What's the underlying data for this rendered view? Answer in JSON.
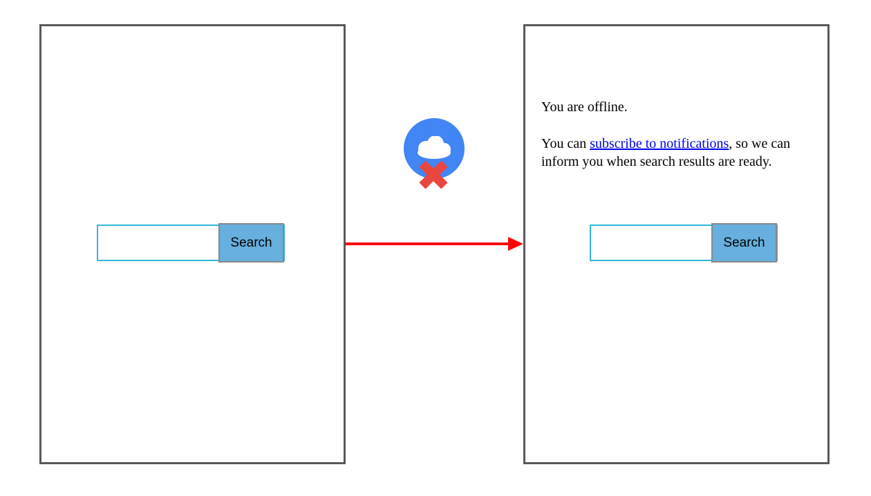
{
  "left_panel": {
    "search_input_value": "",
    "search_button_label": "Search"
  },
  "right_panel": {
    "paragraph1": "You are offline.",
    "paragraph2_before_link": "You can ",
    "link_text": "subscribe to notifications",
    "paragraph2_after_link": ", so we can inform you when search results are ready.",
    "search_input_value": "",
    "search_button_label": "Search"
  },
  "connector": {
    "icon": "offline-cloud-x-icon",
    "arrow": "red-arrow-right"
  },
  "colors": {
    "frame_border": "#58595b",
    "input_border": "#2fb7d8",
    "button_bg": "#66afde",
    "button_border": "#888888",
    "circle_blue": "#4285f4",
    "x_red": "#e8463e",
    "arrow_red": "#ff0000",
    "link_blue": "#0000ee"
  }
}
